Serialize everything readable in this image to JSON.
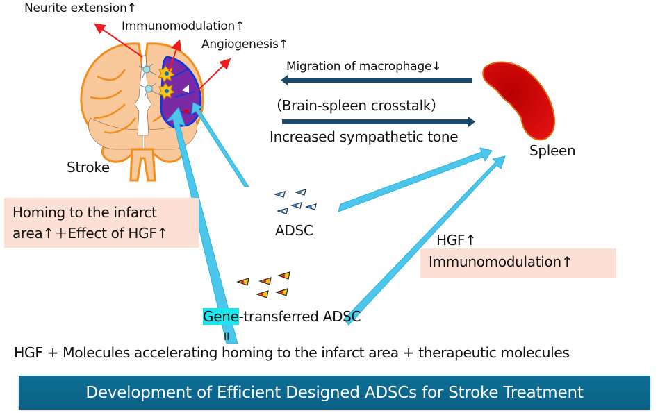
{
  "labels": {
    "neurite_extension": "Neurite extension↑",
    "immunomodulation_brain": "Immunomodulation↑",
    "angiogenesis": "Angiogenesis↑",
    "stroke": "Stroke",
    "migration_macrophage": "Migration of macrophage↓",
    "crosstalk": "（Brain-spleen crosstalk）",
    "sympathetic_tone": "Increased sympathetic tone",
    "spleen": "Spleen",
    "homing_line1": "Homing to the infarct",
    "homing_line2": "area↑＋Effect of HGF↑",
    "adsc": "ADSC",
    "hgf_up": "HGF↑",
    "immunomodulation_spleen": "Immunomodulation↑",
    "gene_highlight": "Gene",
    "gene_rest": "-transferred ADSC",
    "equals_sign": "II",
    "molecules_line": "HGF + Molecules accelerating homing to the infarct area + therapeutic molecules"
  },
  "banner": {
    "title": "Development of Efficient Designed ADSCs for Stroke Treatment"
  },
  "colors": {
    "red_arrow": "#ee1c1c",
    "dark_arrow": "#1b4a6b",
    "cyan_arrow": "#4cc6ea",
    "pink_box": "#fce0d5",
    "highlight": "#19e8f0",
    "banner": "#0e6a8f",
    "spleen": "#d40f0f",
    "brain_fill": "#f9c89b",
    "brain_outline": "#f28e1c",
    "infarct": "#7b2aa6",
    "infarct_border": "#1536d6"
  }
}
